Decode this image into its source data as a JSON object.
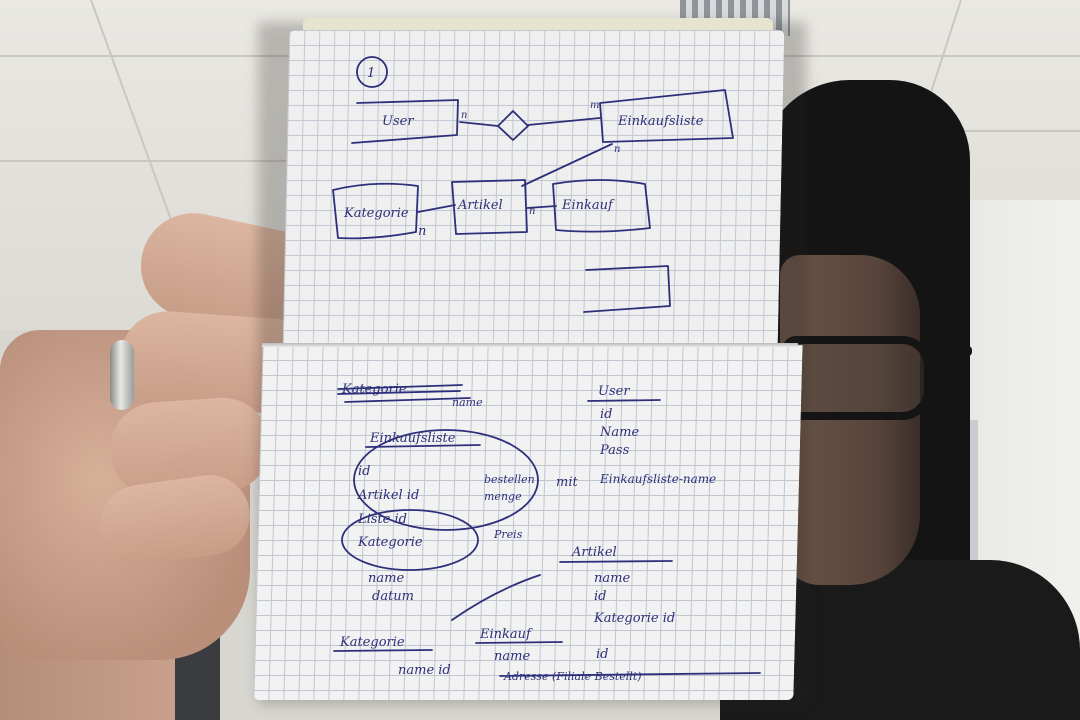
{
  "notebook": {
    "page_number": "1",
    "erd": {
      "entities": [
        {
          "key": "user",
          "label": "User"
        },
        {
          "key": "einkaufsliste",
          "label": "Einkaufsliste"
        },
        {
          "key": "kategorie",
          "label": "Kategorie"
        },
        {
          "key": "artikel",
          "label": "Artikel"
        },
        {
          "key": "einkauf",
          "label": "Einkauf"
        }
      ],
      "cardinalities": [
        "n",
        "m",
        "n",
        "n",
        "n"
      ]
    },
    "notes": {
      "struck_heading": "Kategorie",
      "left_sub": "name",
      "einkaufsliste_title": "Einkaufsliste",
      "einkaufsliste_fields": [
        "id",
        "Artikel id",
        "Liste id",
        "Kategorie"
      ],
      "bestellen": "bestellen",
      "menge": "menge",
      "preis": "Preis",
      "mit": "mit",
      "einkaufsliste_name": "Einkaufsliste-name",
      "name_datum": [
        "name",
        "datum"
      ],
      "user_title": "User",
      "user_fields": [
        "id",
        "Name",
        "Pass"
      ],
      "artikel_title": "Artikel",
      "artikel_fields": [
        "name",
        "id",
        "Kategorie id"
      ],
      "kategorie_title": "Kategorie",
      "kategorie_fields": [
        "name id"
      ],
      "einkauf_title": "Einkauf",
      "einkauf_fields": [
        "name",
        "id",
        "Adresse (Filiale Bestellt)"
      ]
    }
  },
  "colors": {
    "ink": "#2e2f7a",
    "paper": "#f2f2f2",
    "grid": "#c0c6d0",
    "clothing": "#151415"
  }
}
